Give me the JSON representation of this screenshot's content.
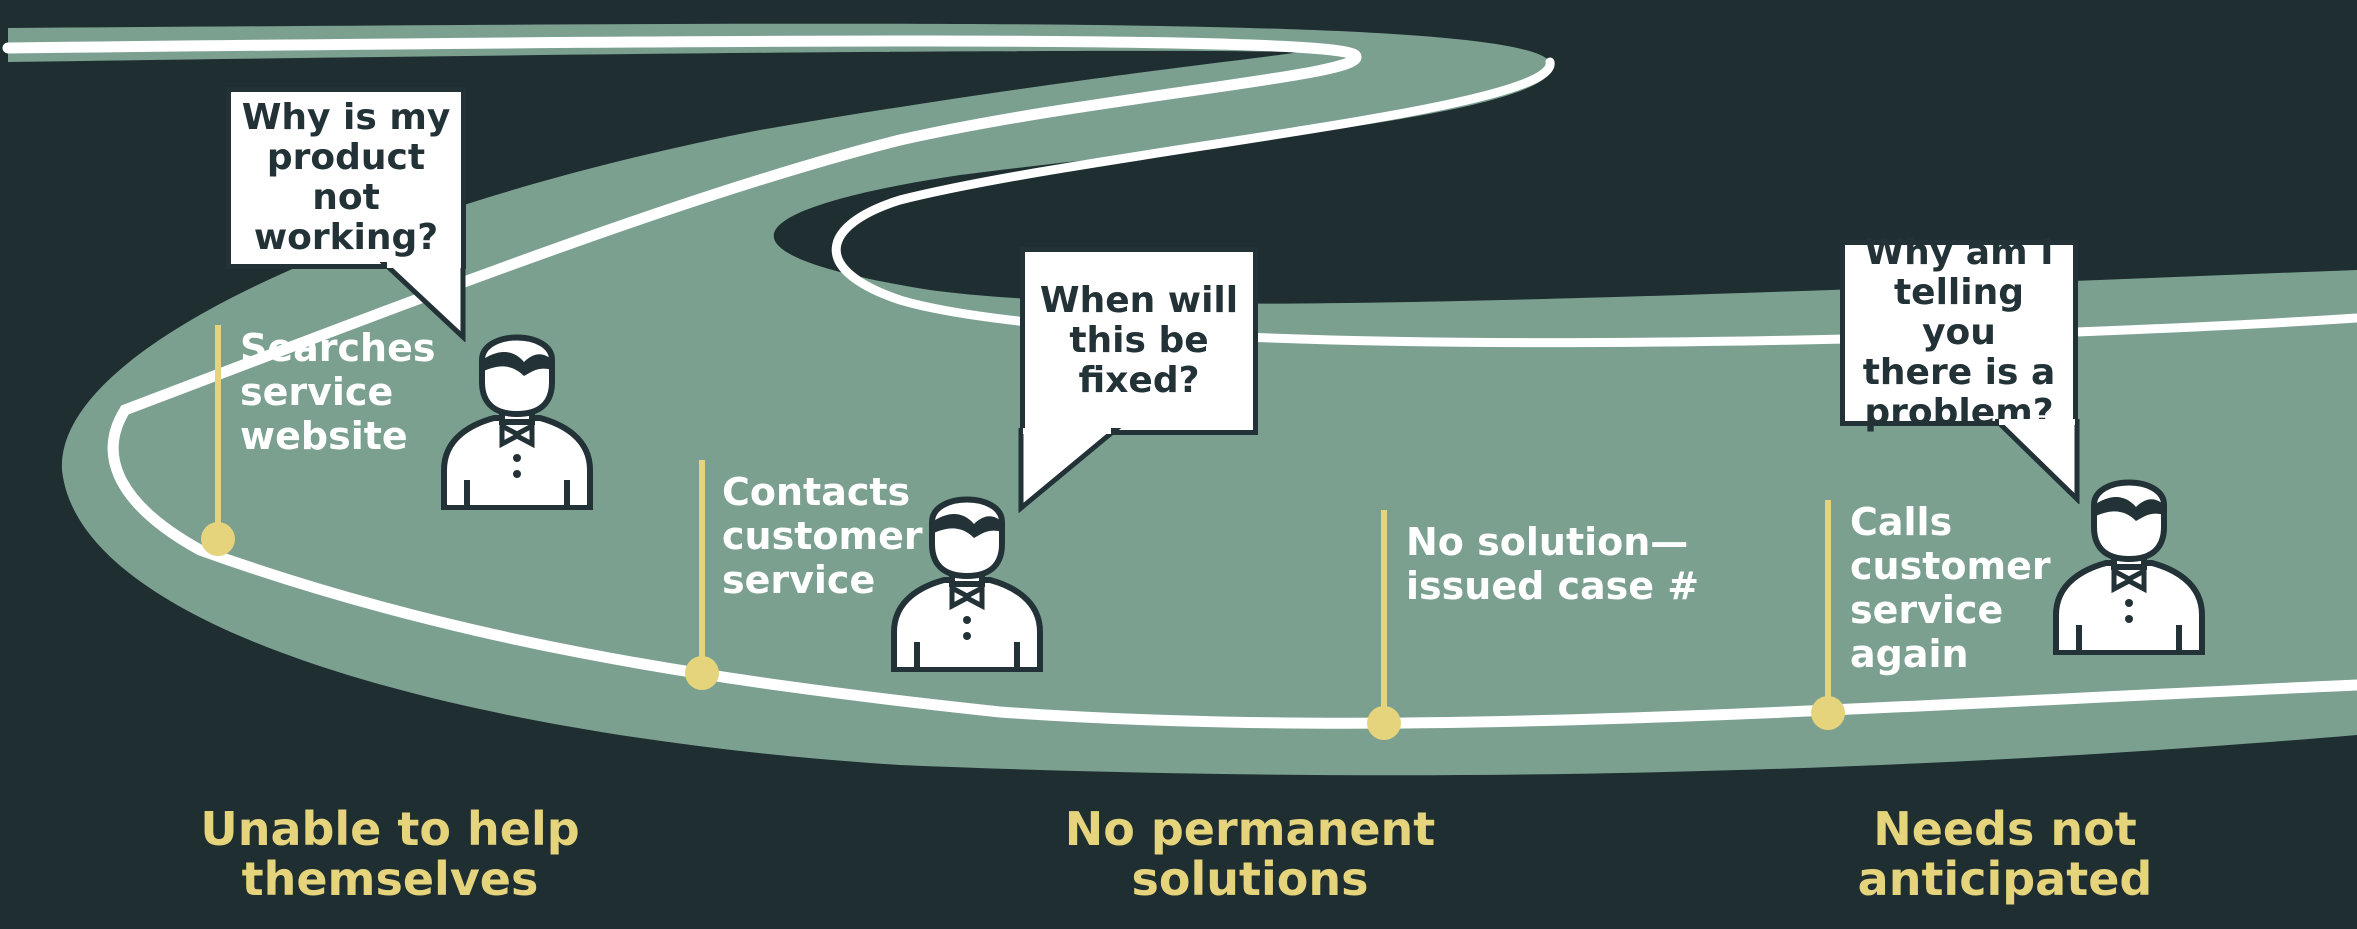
{
  "milestones": [
    {
      "label": "Searches\nservice\nwebsite"
    },
    {
      "label": "Contacts\ncustomer\nservice"
    },
    {
      "label": "No solution—\nissued case #"
    },
    {
      "label": "Calls\ncustomer\nservice\nagain"
    }
  ],
  "bubbles": [
    {
      "text": "Why is my\nproduct not\nworking?"
    },
    {
      "text": "When will\nthis be\nfixed?"
    },
    {
      "text": "Why am I\ntelling you\nthere is a\nproblem?"
    }
  ],
  "stages": [
    {
      "label": "Unable to help\nthemselves"
    },
    {
      "label": "No permanent\nsolutions"
    },
    {
      "label": "Needs not\nanticipated"
    }
  ],
  "colors": {
    "background": "#1f2e31",
    "road": "#7ba090",
    "line": "#ffffff",
    "accent": "#e5d47c"
  },
  "icons": [
    "person-icon"
  ]
}
